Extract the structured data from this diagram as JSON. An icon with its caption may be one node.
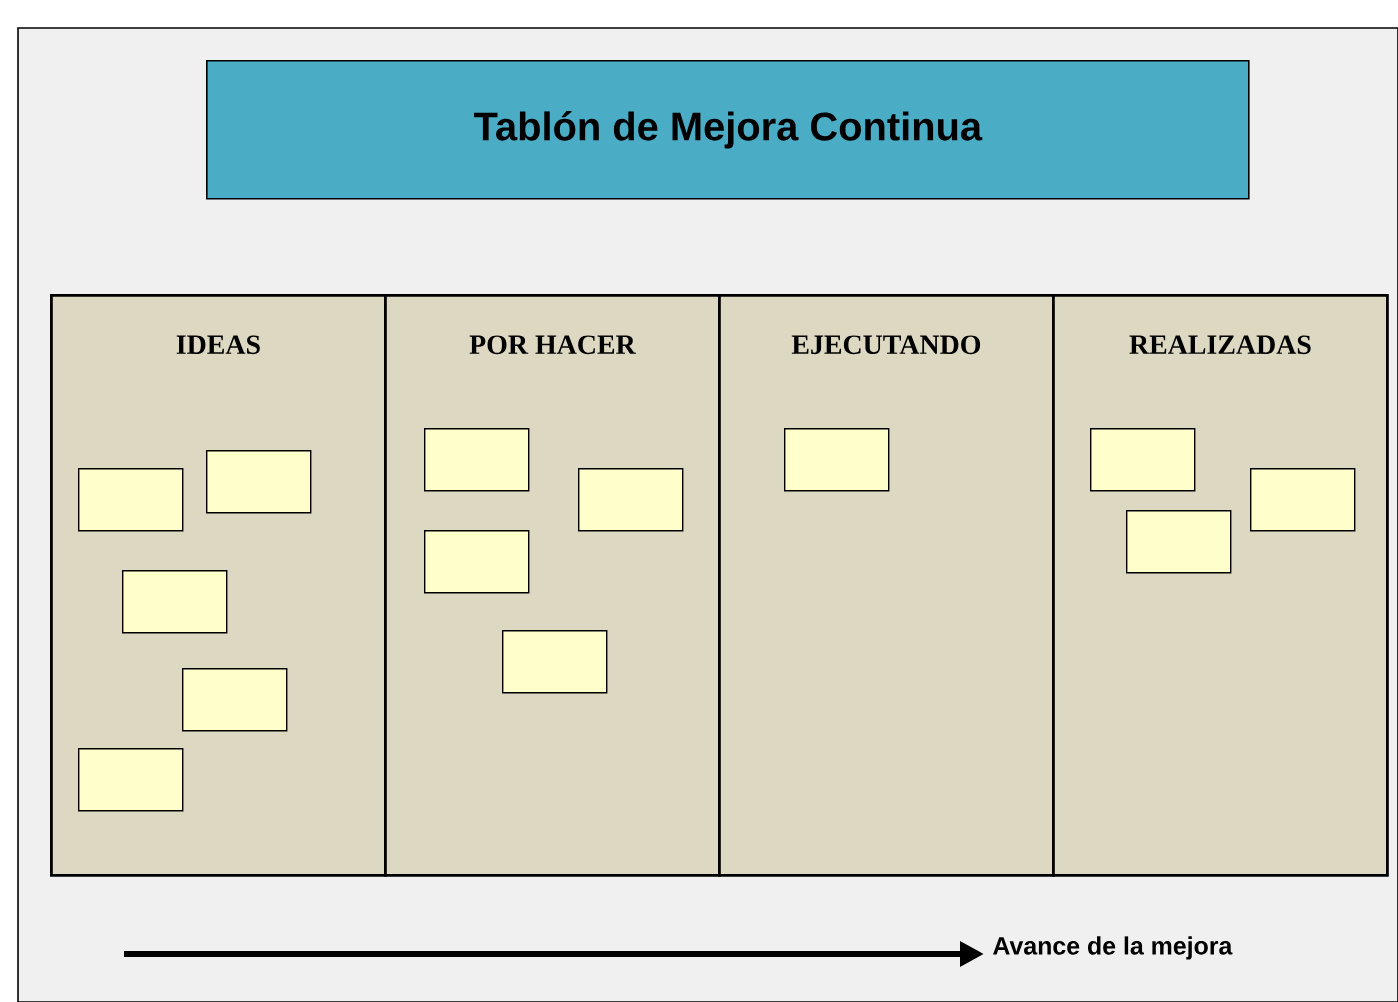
{
  "diagram": {
    "nodes": [
      {
        "text": [
          "Tablón de Mejora Continua"
        ]
      },
      {
        "text": [
          "IDEAS"
        ]
      },
      {
        "text": [],
        "shape": "box",
        "in": 1
      },
      {
        "text": [],
        "shape": "box",
        "in": 1
      },
      {
        "text": [],
        "shape": "box",
        "in": 1
      },
      {
        "text": [],
        "shape": "box",
        "in": 1
      },
      {
        "text": [],
        "shape": "box",
        "in": 1
      },
      {
        "text": [
          "POR HACER"
        ]
      },
      {
        "text": [],
        "shape": "box",
        "in": 7
      },
      {
        "text": [],
        "shape": "box",
        "in": 7
      },
      {
        "text": [],
        "shape": "box",
        "in": 7
      },
      {
        "text": [],
        "shape": "box",
        "in": 7
      },
      {
        "text": [
          "EJECUTANDO"
        ]
      },
      {
        "text": [],
        "shape": "box",
        "in": 12
      },
      {
        "text": [
          "REALIZADAS"
        ]
      },
      {
        "text": [],
        "shape": "box",
        "in": 14
      },
      {
        "text": [],
        "shape": "box",
        "in": 14
      },
      {
        "text": [],
        "shape": "box",
        "in": 14
      }
    ],
    "edges": [],
    "labels": [
      "Avance de la mejora"
    ]
  }
}
